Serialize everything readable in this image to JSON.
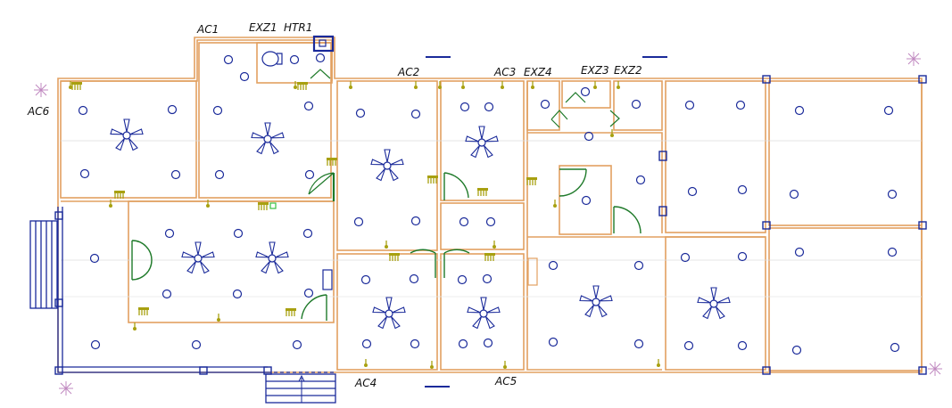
{
  "plan": {
    "type": "electrical floor plan",
    "labels": [
      "AC1",
      "EXZ1",
      "HTR1",
      "AC2",
      "AC3",
      "EXZ4",
      "EXZ3",
      "EXZ2",
      "AC6",
      "AC4",
      "AC5"
    ],
    "colors": {
      "wall": "#e2a060",
      "fixture": "#1a2a9a",
      "device": "#a8a010",
      "door": "#1f7a2a",
      "text": "#111111",
      "column": "#1a2a9a"
    },
    "symbols": {
      "ceiling_fan": "five-blade-fan-icon",
      "light": "circle-light-icon",
      "switch": "switch-board-icon",
      "socket": "socket-icon",
      "door": "door-swing-icon",
      "steps": "stair-icon",
      "earth": "earthing-icon"
    }
  }
}
